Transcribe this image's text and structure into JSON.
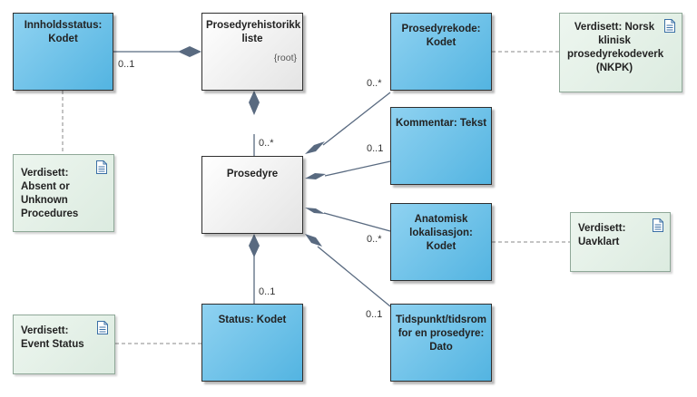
{
  "classes": {
    "innholdsstatus": {
      "title": "Innholdsstatus: Kodet"
    },
    "historikk": {
      "title": "Prosedyrehistorikk liste",
      "tag": "{root}"
    },
    "prosedyre": {
      "title": "Prosedyre"
    },
    "status": {
      "title": "Status: Kodet"
    },
    "prosedyrekode": {
      "title": "Prosedyrekode: Kodet"
    },
    "kommentar": {
      "title": "Kommentar: Tekst"
    },
    "anatomisk": {
      "title": "Anatomisk lokalisasjon: Kodet"
    },
    "tidspunkt": {
      "title": "Tidspunkt/tidsrom for en prosedyre: Dato"
    }
  },
  "notes": {
    "absent": {
      "title": "Verdisett: Absent or Unknown Procedures"
    },
    "npk": {
      "title": "Verdisett: Norsk klinisk prosedyrekodeverk (NKPK)"
    },
    "uavklart": {
      "title": "Verdisett: Uavklart"
    },
    "event": {
      "title": "Verdisett: Event Status"
    }
  },
  "multiplicities": {
    "innholdsstatus": "0..1",
    "prosedyre_to_historikk": "0..*",
    "prosedyrekode": "0..*",
    "kommentar": "0..1",
    "anatomisk": "0..*",
    "tidspunkt": "0..1",
    "status": "0..1"
  },
  "colors": {
    "class_fill": "#53b4e1",
    "note_fill": "#e4f1e7",
    "connector": "#596a80"
  }
}
